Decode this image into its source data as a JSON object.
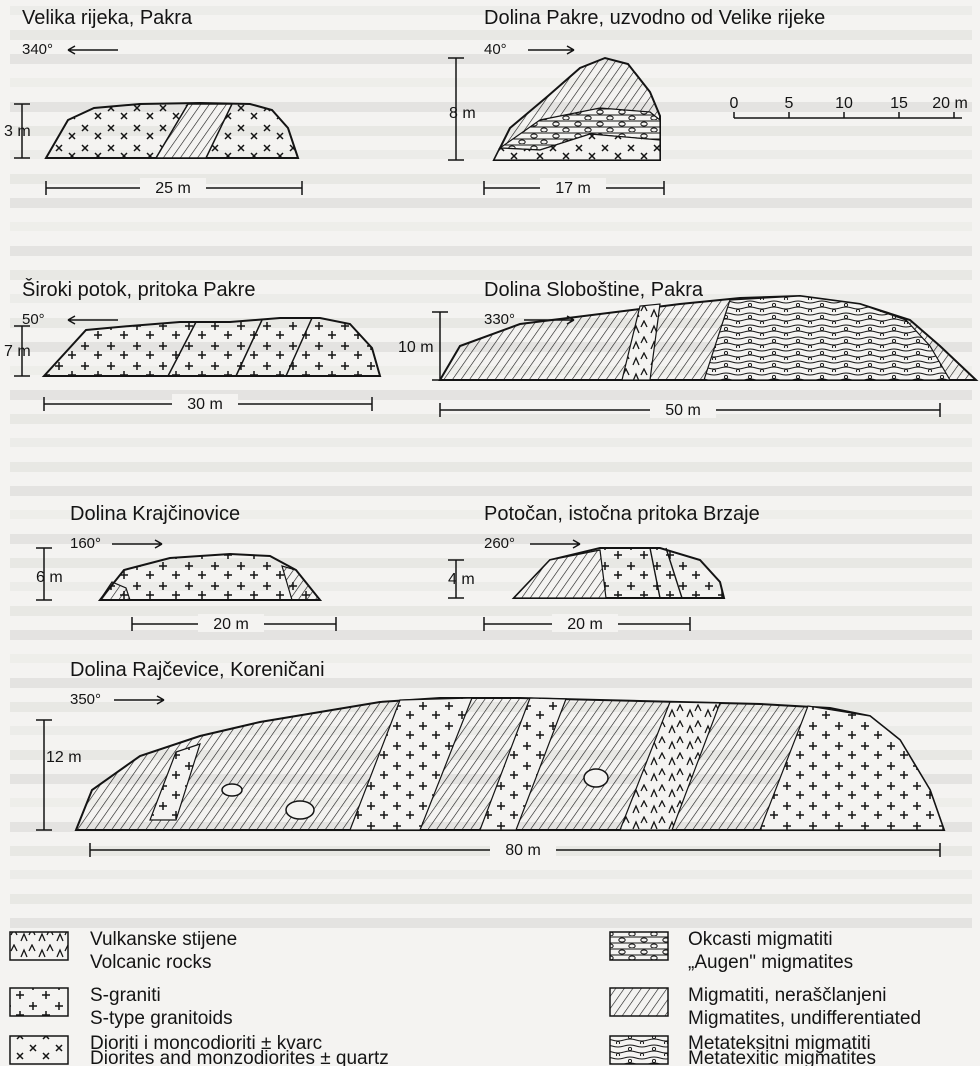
{
  "colors": {
    "ink": "#141414",
    "paper": "#f4f3f1",
    "ghost_text": "#d7d6d3"
  },
  "scale_bar": {
    "ticks": [
      "0",
      "5",
      "10",
      "15",
      "20 m"
    ]
  },
  "sections": {
    "velika": {
      "title": "Velika rijeka, Pakra",
      "strike": "340°",
      "height": "3 m",
      "width": "25 m"
    },
    "pakre": {
      "title": "Dolina Pakre, uzvodno od Velike rijeke",
      "strike": "40°",
      "height": "8 m",
      "width": "17 m"
    },
    "siroki": {
      "title": "Široki potok, pritoka Pakre",
      "strike": "50°",
      "height": "7 m",
      "width": "30 m"
    },
    "slobostine": {
      "title": "Dolina Sloboštine, Pakra",
      "strike": "330°",
      "height": "10 m",
      "width": "50 m"
    },
    "krajcinovice": {
      "title": "Dolina Krajčinovice",
      "strike": "160°",
      "height": "6 m",
      "width": "20 m"
    },
    "potocan": {
      "title": "Potočan, istočna pritoka Brzaje",
      "strike": "260°",
      "height": "4 m",
      "width": "20 m"
    },
    "rajcevice": {
      "title": "Dolina Rajčevice, Koreničani",
      "strike": "350°",
      "height": "12 m",
      "width": "80 m"
    }
  },
  "legend": {
    "volcanic": {
      "hr": "Vulkanske stijene",
      "en": "Volcanic rocks"
    },
    "granite": {
      "hr": "S-graniti",
      "en": "S-type granitoids"
    },
    "diorite": {
      "hr": "Dioriti i moncodioriti ± kvarc",
      "en": "Diorites and monzodiorites ± quartz"
    },
    "augen": {
      "hr": "Okcasti migmatiti",
      "en": "„Augen\" migmatites"
    },
    "undiff": {
      "hr": "Migmatiti, neraščlanjeni",
      "en": "Migmatites, undifferentiated"
    },
    "metatexitic": {
      "hr": "Metateksitni migmatiti",
      "en": "Metatexitic migmatites"
    }
  }
}
